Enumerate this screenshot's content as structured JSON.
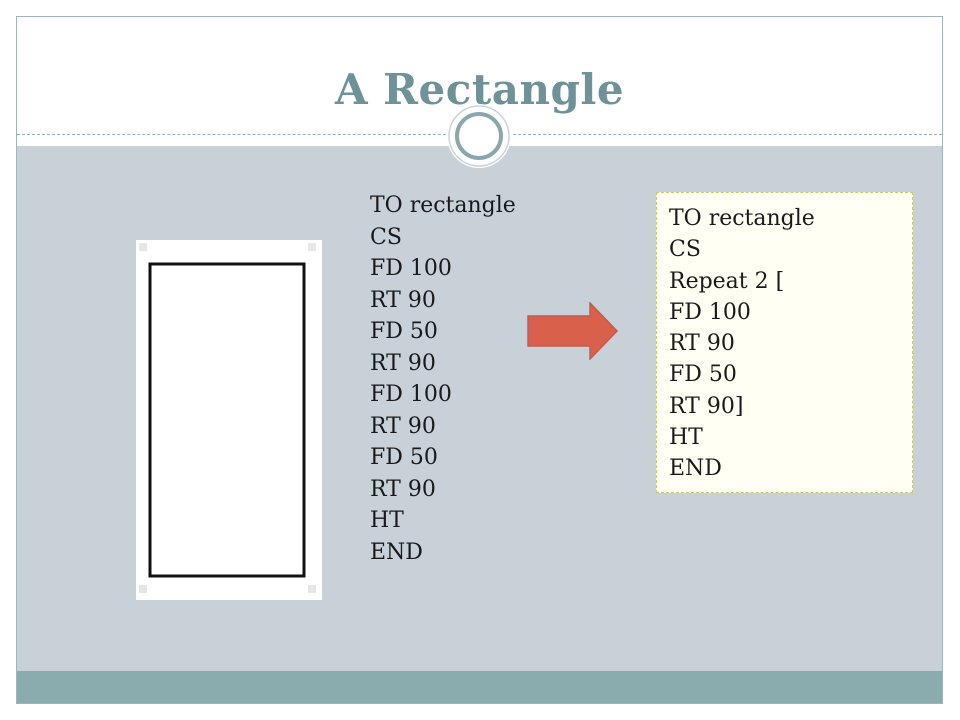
{
  "slide": {
    "title": "A Rectangle",
    "code_left": [
      "TO rectangle",
      "CS",
      "FD 100",
      "RT 90",
      "FD 50",
      "RT 90",
      "FD 100",
      "RT 90",
      "FD 50",
      "RT 90",
      "HT",
      "END"
    ],
    "code_right": [
      "TO rectangle",
      "CS",
      "Repeat 2 [",
      "FD 100",
      "RT 90",
      "FD 50",
      "RT 90]",
      "HT",
      "END"
    ]
  },
  "colors": {
    "title": "#6f9198",
    "content_band": "#c7d1d7",
    "footer_band": "#8aacae",
    "arrow": "#d9604a",
    "code_box_bg": "#fffff4"
  },
  "icons": {
    "arrow": "right-arrow-icon",
    "ring": "ring-ornament-icon"
  }
}
